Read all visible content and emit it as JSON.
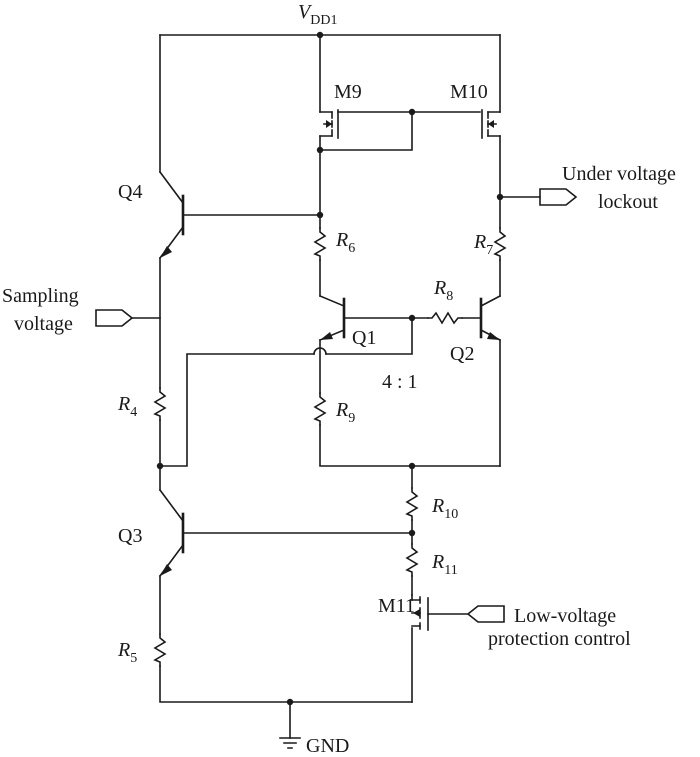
{
  "labels": {
    "vdd": "V",
    "vdd_sub": "DD1",
    "gnd": "GND",
    "m9": "M9",
    "m10": "M10",
    "m11": "M11",
    "q1": "Q1",
    "q2": "Q2",
    "q3": "Q3",
    "q4": "Q4",
    "ratio": "4 : 1",
    "r4": "R",
    "r4_sub": "4",
    "r5": "R",
    "r5_sub": "5",
    "r6": "R",
    "r6_sub": "6",
    "r7": "R",
    "r7_sub": "7",
    "r8": "R",
    "r8_sub": "8",
    "r9": "R",
    "r9_sub": "9",
    "r10": "R",
    "r10_sub": "10",
    "r11": "R",
    "r11_sub": "11"
  },
  "ports": {
    "sampling_line1": "Sampling",
    "sampling_line2": "voltage",
    "uvlo_line1": "Under voltage",
    "uvlo_line2": "lockout",
    "lvp_line1": "Low-voltage",
    "lvp_line2": "protection control"
  },
  "colors": {
    "ink": "#1a1a1a",
    "background": "#ffffff"
  }
}
